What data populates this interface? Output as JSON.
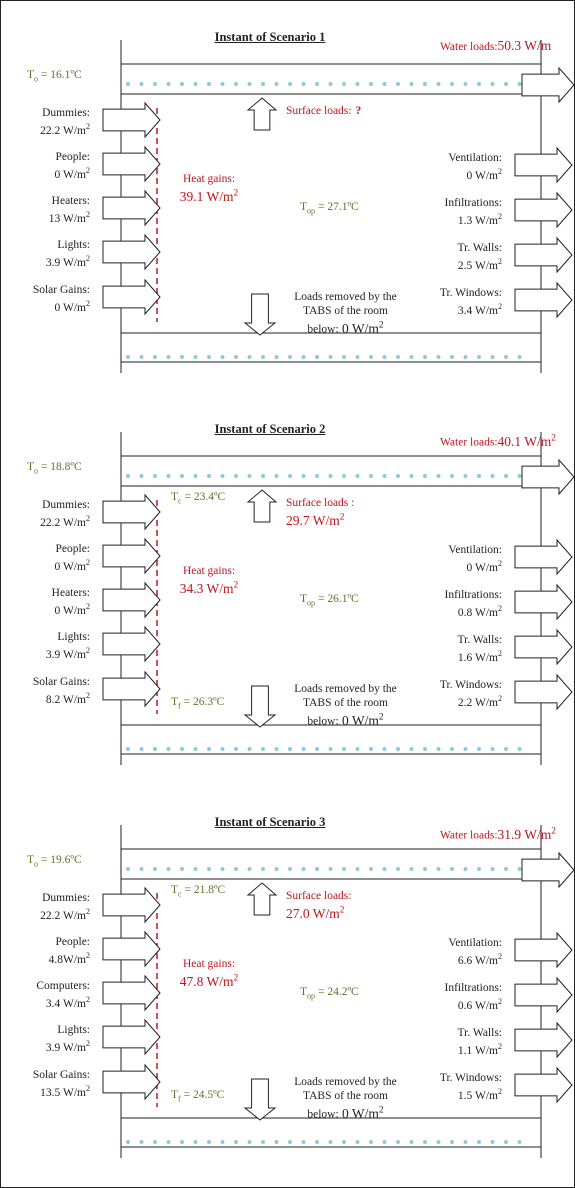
{
  "scenarios": [
    {
      "title": "Instant of  Scenario 1",
      "water_loads_label": "Water loads:",
      "water_loads_value": "50.3 W/m",
      "to_label": "T",
      "to_sub": "o",
      "to_value": " = 16.1ºC",
      "tc_label": "",
      "tc_sub": "",
      "tc_value": "",
      "tf_label": "",
      "tf_sub": "",
      "tf_value": "",
      "surface_loads_label": "Surface loads:",
      "surface_loads_value": "?",
      "heat_gains_label": "Heat gains:",
      "heat_gains_value": "39.1 W/m",
      "top_label": "T",
      "top_sub": "op",
      "top_value": " = 27.1ºC",
      "removed_lines": [
        "Loads removed by the",
        "TABS of the room"
      ],
      "removed_below": "below:",
      "removed_value": " 0 W/m",
      "left_inputs": [
        {
          "name": "Dummies:",
          "value": "22.2 W/m"
        },
        {
          "name": "People:",
          "value": "0 W/m"
        },
        {
          "name": "Heaters:",
          "value": "13 W/m"
        },
        {
          "name": "Lights:",
          "value": "3.9 W/m"
        },
        {
          "name": "Solar Gains:",
          "value": "0 W/m"
        }
      ],
      "right_outputs": [
        {
          "name": "Ventilation:",
          "value": "0 W/m"
        },
        {
          "name": "Infiltrations:",
          "value": "1.3 W/m"
        },
        {
          "name": "Tr. Walls:",
          "value": "2.5 W/m"
        },
        {
          "name": "Tr. Windows:",
          "value": "3.4 W/m"
        }
      ]
    },
    {
      "title": "Instant of  Scenario  2",
      "water_loads_label": "Water loads:",
      "water_loads_value": "40.1 W/m",
      "to_label": "T",
      "to_sub": "o",
      "to_value": " = 18.8ºC",
      "tc_label": "T",
      "tc_sub": "c",
      "tc_value": " = 23.4ºC",
      "tf_label": "T",
      "tf_sub": "f",
      "tf_value": " = 26.3ºC",
      "surface_loads_label": "Surface loads :",
      "surface_loads_value": "29.7 W/m",
      "heat_gains_label": "Heat gains:",
      "heat_gains_value": "34.3 W/m",
      "top_label": "T",
      "top_sub": "op",
      "top_value": " = 26.1ºC",
      "removed_lines": [
        "Loads removed by the",
        "TABS of the room"
      ],
      "removed_below": "below:",
      "removed_value": " 0 W/m",
      "left_inputs": [
        {
          "name": "Dummies:",
          "value": "22.2 W/m"
        },
        {
          "name": "People:",
          "value": "0 W/m"
        },
        {
          "name": "Heaters:",
          "value": "0 W/m"
        },
        {
          "name": "Lights:",
          "value": "3.9 W/m"
        },
        {
          "name": "Solar Gains:",
          "value": "8.2 W/m"
        }
      ],
      "right_outputs": [
        {
          "name": "Ventilation:",
          "value": "0 W/m"
        },
        {
          "name": "Infiltrations:",
          "value": "0.8 W/m"
        },
        {
          "name": "Tr. Walls:",
          "value": "1.6 W/m"
        },
        {
          "name": "Tr. Windows:",
          "value": "2.2 W/m"
        }
      ]
    },
    {
      "title": "Instant of  Scenario 3",
      "water_loads_label": "Water loads:",
      "water_loads_value": "31.9 W/m",
      "to_label": "T",
      "to_sub": "o",
      "to_value": " = 19.6ºC",
      "tc_label": "T",
      "tc_sub": "c",
      "tc_value": " = 21.8ºC",
      "tf_label": "T",
      "tf_sub": "f",
      "tf_value": " = 24.5ºC",
      "surface_loads_label": "Surface loads:",
      "surface_loads_value": "27.0 W/m",
      "heat_gains_label": "Heat gains:",
      "heat_gains_value": "47.8 W/m",
      "top_label": "T",
      "top_sub": "op",
      "top_value": " = 24.2ºC",
      "removed_lines": [
        "Loads removed by the",
        "TABS of the room"
      ],
      "removed_below": "below:",
      "removed_value": " 0 W/m",
      "left_inputs": [
        {
          "name": "Dummies:",
          "value": "22.2 W/m"
        },
        {
          "name": "People:",
          "value": "4.8W/m"
        },
        {
          "name": "Computers:",
          "value": "3.4 W/m"
        },
        {
          "name": "Lights:",
          "value": "3.9 W/m"
        },
        {
          "name": "Solar Gains:",
          "value": "13.5 W/m"
        }
      ],
      "right_outputs": [
        {
          "name": "Ventilation:",
          "value": "6.6 W/m"
        },
        {
          "name": "Infiltrations:",
          "value": "0.6 W/m"
        },
        {
          "name": "Tr. Walls:",
          "value": "1.1 W/m"
        },
        {
          "name": "Tr. Windows:",
          "value": "1.5 W/m"
        }
      ]
    }
  ],
  "superscript": "2",
  "colors": {
    "accent_red": "#c0161c",
    "temperature_olive": "#6e6b2c",
    "pipe_dots": "#8ec9e0",
    "lines": "#222222"
  }
}
